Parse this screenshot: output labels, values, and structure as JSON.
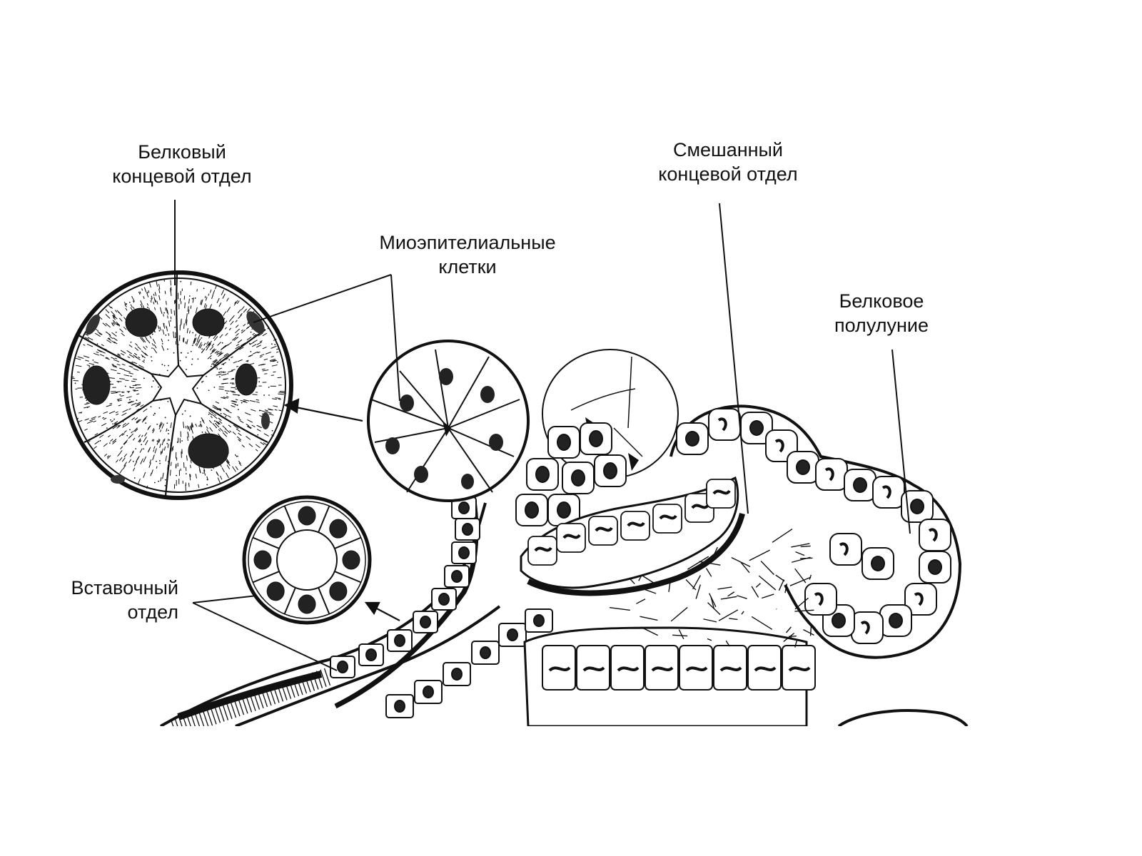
{
  "labels": {
    "protein_end_section": {
      "line1": "Белковый",
      "line2": "концевой отдел"
    },
    "myoepithelial_cells": {
      "line1": "Миоэпителиальные",
      "line2": "клетки"
    },
    "mixed_end_section": {
      "line1": "Смешанный",
      "line2": "концевой отдел"
    },
    "protein_demilune": {
      "line1": "Белковое",
      "line2": "полулуние"
    },
    "intercalated_duct": {
      "line1": "Вставочный",
      "line2": "отдел"
    }
  },
  "colors": {
    "ink": "#111111",
    "paper": "#ffffff"
  }
}
